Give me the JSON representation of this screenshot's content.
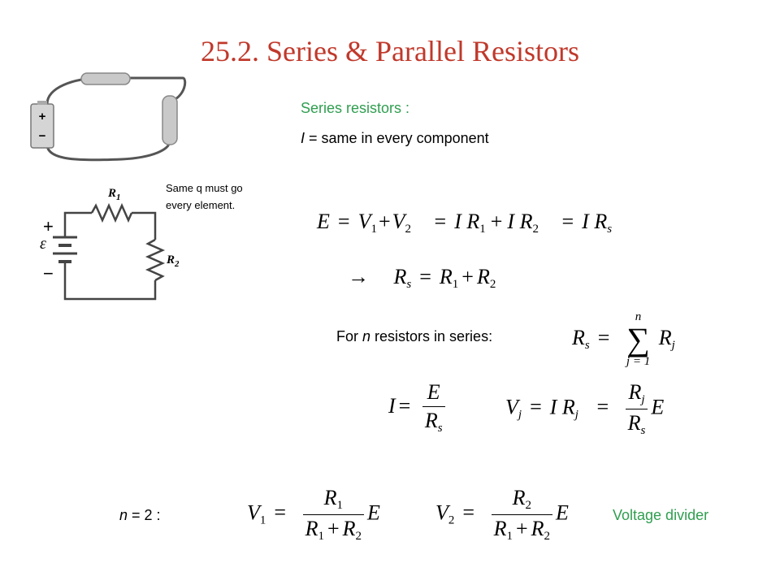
{
  "title": "25.2.  Series & Parallel Resistors",
  "series_heading": "Series resistors :",
  "current_line": {
    "var": "I",
    "text": " = same in every component"
  },
  "note": {
    "line1": "Same q must go",
    "line2": "every element."
  },
  "circuit_labels": {
    "r1": "R",
    "r1_sub": "1",
    "r2": "R",
    "r2_sub": "2",
    "emf": "ε",
    "plus": "+",
    "minus": "−"
  },
  "battery_labels": {
    "plus": "+",
    "minus": "−"
  },
  "series_text": {
    "prefix": "For ",
    "n": "n",
    "suffix": " resistors in series:"
  },
  "n2_label": {
    "n": "n",
    "rest": " = 2 :"
  },
  "voltage_divider": "Voltage divider",
  "eq": {
    "E": "E",
    "V": "V",
    "I": "I",
    "R": "R",
    "s": "s",
    "one": "1",
    "two": "2",
    "j": "j",
    "n": "n",
    "j_eq_1": "j = 1",
    "eq": "=",
    "plus": "+",
    "arrow": "→",
    "sigma": "∑"
  }
}
